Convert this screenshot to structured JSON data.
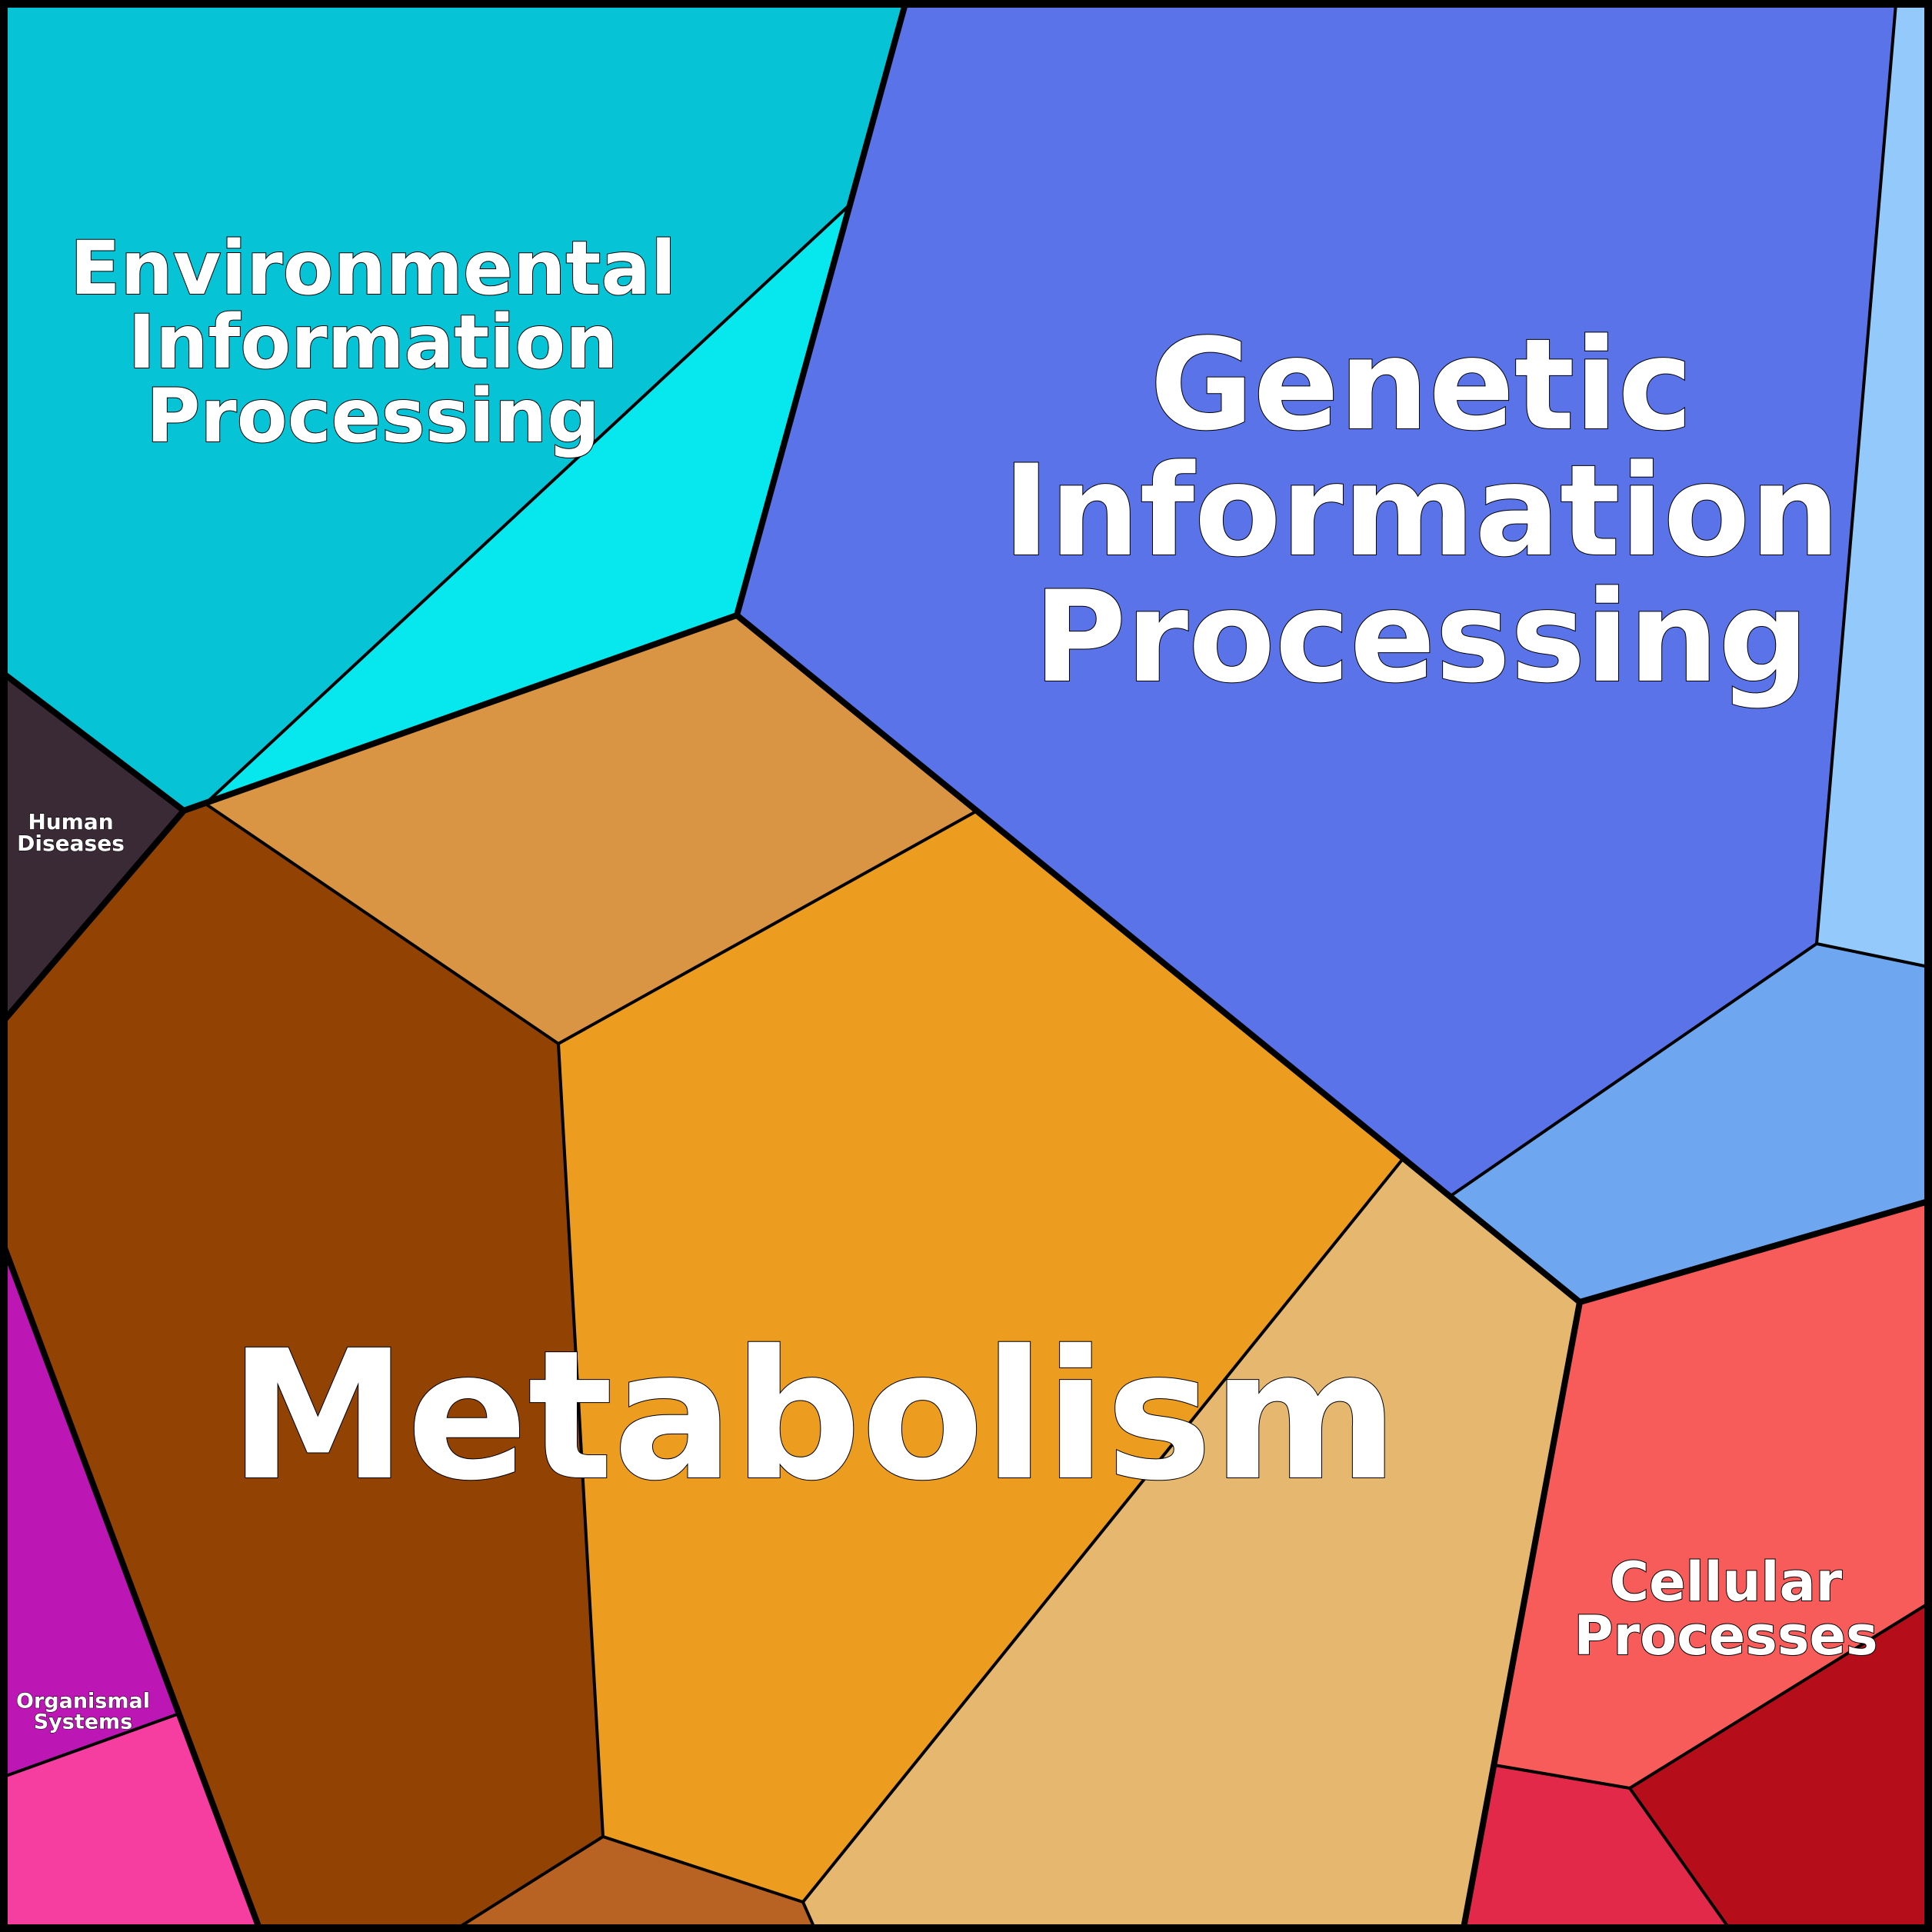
{
  "diagram": {
    "type": "voronoi-treemap",
    "categories": [
      {
        "id": "environmental",
        "label_lines": [
          "Environmental",
          "Information",
          "Processing"
        ],
        "colors": [
          "#06c4d6",
          "#06e8ee"
        ]
      },
      {
        "id": "genetic",
        "label_lines": [
          "Genetic",
          "Information",
          "Processing"
        ],
        "colors": [
          "#5b73e8",
          "#93c9fb",
          "#6fa6f0"
        ]
      },
      {
        "id": "human-diseases",
        "label_lines": [
          "Human",
          "Diseases"
        ],
        "colors": [
          "#3a2a36"
        ]
      },
      {
        "id": "metabolism",
        "label_lines": [
          "Metabolism"
        ],
        "colors": [
          "#d99444",
          "#924203",
          "#ec9c1f",
          "#e6b76e",
          "#b86323"
        ]
      },
      {
        "id": "organismal",
        "label_lines": [
          "Organismal",
          "Systems"
        ],
        "colors": [
          "#bc16b4",
          "#f53ea0"
        ]
      },
      {
        "id": "cellular",
        "label_lines": [
          "Cellular",
          "Processes"
        ],
        "colors": [
          "#f75c5a",
          "#b50e1a",
          "#e2294a"
        ]
      }
    ]
  }
}
